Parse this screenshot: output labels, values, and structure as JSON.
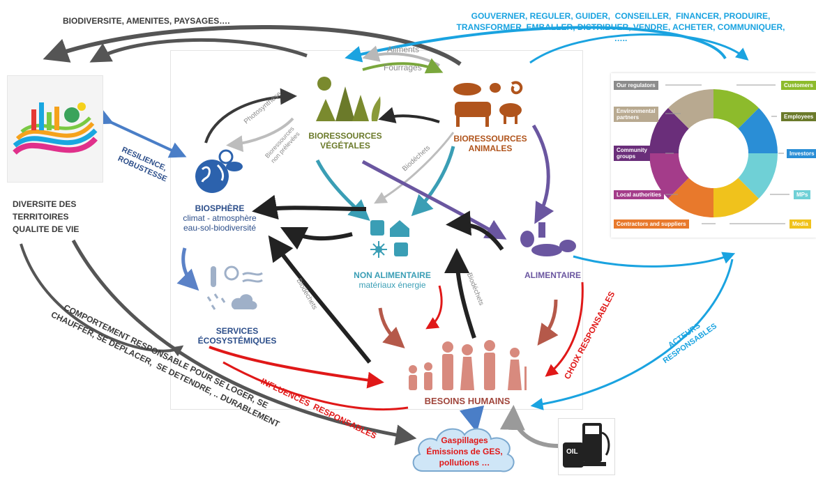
{
  "top_left_banner": "BIODIVERSITE, AMENITES, PAYSAGES….",
  "top_right_banner": [
    "GOUVERNER, REGULER, GUIDER,  CONSEILLER,  FINANCER, PRODUIRE,",
    "TRANSFORMER, EMBALLER, DISTRIBUER, VENDRE, ACHETER, COMMUNIQUER,",
    "….."
  ],
  "left_column": {
    "diversity": [
      "DIVERSITE DES",
      "TERRITOIRES",
      "QUALITE DE VIE"
    ],
    "behaviour": [
      "COMPORTEMENT RESPONSABLE POUR SE LOGER, SE",
      "CHAUFFER, SE DEPLACER,  SE DETENDRE, .. DURABLEMENT"
    ]
  },
  "resilience": [
    "RESILIENCE,",
    "ROBUSTESSE"
  ],
  "nodes": {
    "biosphere": {
      "title": "BIOSPHÈRE",
      "sub": [
        "climat - atmosphère",
        "eau-sol-biodiversité"
      ]
    },
    "vegetal": {
      "title": [
        "BIORESSOURCES",
        "VÉGÉTALES"
      ]
    },
    "animal": {
      "title": [
        "BIORESSOURCES",
        "ANIMALES"
      ]
    },
    "non_food": {
      "title": "NON ALIMENTAIRE",
      "sub": "matériaux énergie"
    },
    "food": {
      "title": "ALIMENTAIRE"
    },
    "services": {
      "title": [
        "SERVICES",
        "ÉCOSYSTÉMIQUES"
      ]
    },
    "needs": {
      "title": "BESOINS HUMAINS"
    }
  },
  "flow_labels": {
    "aliments": "Aliments",
    "fourrages": "Fourrages",
    "photosynthese": "Photosynthèse",
    "bioressources_np": [
      "Bioressources",
      "non prélevées"
    ],
    "biodechets_1": "Biodéchets",
    "biodechets_2": "Biodéchets",
    "biodechets_3": "Biodéchets"
  },
  "red_labels": {
    "influences": "INFLUENCES  RESPONSABLES",
    "choix": "CHOIX RESPONSABLES"
  },
  "blue_label": [
    "ACTEURS",
    "RESPONSABLES"
  ],
  "waste_cloud": [
    "Gaspillages",
    "Émissions de GES,",
    "pollutions …"
  ],
  "oil_label": "OIL",
  "stakeholders": {
    "left": [
      "Our regulators",
      "Environmental\npartners",
      "Community\ngroups",
      "Local authorities",
      "Contractors and suppliers"
    ],
    "right": [
      "Customers",
      "Employees",
      "Investors",
      "MPs",
      "Media"
    ]
  },
  "colors": {
    "dark_text": "#3b3b3b",
    "blue_text": "#1aa3e0",
    "navy": "#2c4e8a",
    "green_text": "#6b7a2a",
    "brown_text": "#b0541c",
    "red": "#e01818",
    "teal": "#3a9eb5",
    "purple": "#6a56a0"
  }
}
